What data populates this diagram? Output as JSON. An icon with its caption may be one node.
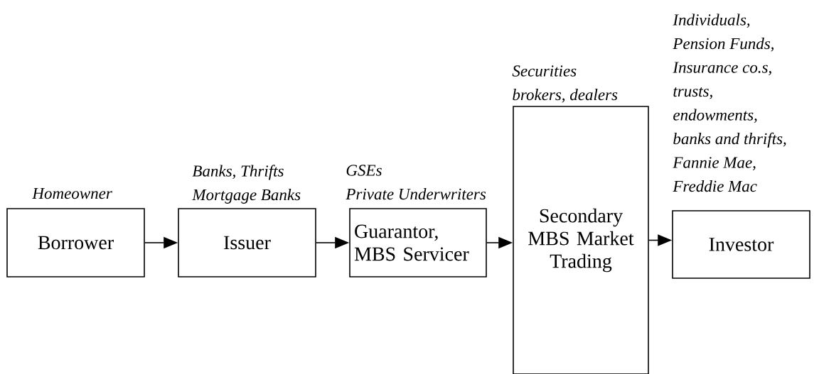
{
  "diagram": {
    "nodes": [
      {
        "text": [
          "Borrower"
        ],
        "beside": [
          "Homeowner"
        ]
      },
      {
        "text": [
          "Issuer"
        ],
        "beside": [
          "Banks, Thrifts",
          "Mortgage Banks"
        ]
      },
      {
        "text": [
          "Guarantor, MBS Servicer"
        ],
        "beside": [
          "GSEs",
          "Private Underwriters"
        ]
      },
      {
        "text": [
          "Secondary MBS Market Trading"
        ],
        "beside": [
          "Securities",
          "brokers, dealers"
        ]
      },
      {
        "text": [
          "Investor"
        ],
        "beside": [
          "Individuals,",
          "Pension Funds,",
          "Insurance co.s,",
          "trusts,",
          "endowments,",
          "banks and thrifts,",
          "Fannie Mae,",
          "Freddie Mac"
        ]
      }
    ],
    "edges": [
      {
        "from": 0,
        "to": 1,
        "arrow": "to"
      },
      {
        "from": 1,
        "to": 2,
        "arrow": "to"
      },
      {
        "from": 2,
        "to": 3,
        "arrow": "to"
      },
      {
        "from": 3,
        "to": 4,
        "arrow": "to"
      }
    ]
  }
}
